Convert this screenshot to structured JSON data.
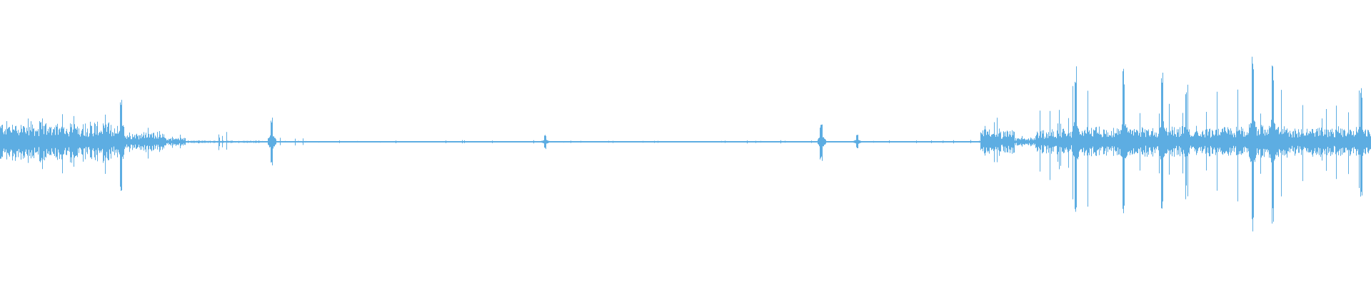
{
  "waveform": {
    "color": "#5dade2",
    "background": "#ffffff",
    "segments": [
      {
        "from": 0.0,
        "to": 0.08,
        "level": 0.2,
        "spike": 0.4
      },
      {
        "from": 0.08,
        "to": 0.09,
        "level": 0.17,
        "spike": 0.55
      },
      {
        "from": 0.09,
        "to": 0.12,
        "level": 0.1,
        "spike": 0.28
      },
      {
        "from": 0.12,
        "to": 0.135,
        "level": 0.04,
        "spike": 0.1
      },
      {
        "from": 0.135,
        "to": 0.15,
        "level": 0.015,
        "spike": 0.06
      },
      {
        "from": 0.15,
        "to": 0.19,
        "level": 0.012,
        "spike": 0.12
      },
      {
        "from": 0.19,
        "to": 0.23,
        "level": 0.008,
        "spike": 0.05
      },
      {
        "from": 0.23,
        "to": 0.595,
        "level": 0.004,
        "spike": 0.02
      },
      {
        "from": 0.595,
        "to": 0.6,
        "level": 0.005,
        "spike": 0.22
      },
      {
        "from": 0.6,
        "to": 0.62,
        "level": 0.006,
        "spike": 0.08
      },
      {
        "from": 0.62,
        "to": 0.715,
        "level": 0.004,
        "spike": 0.02
      },
      {
        "from": 0.715,
        "to": 0.74,
        "level": 0.12,
        "spike": 0.3
      },
      {
        "from": 0.74,
        "to": 0.755,
        "level": 0.04,
        "spike": 0.12
      },
      {
        "from": 0.755,
        "to": 0.78,
        "level": 0.12,
        "spike": 0.45
      },
      {
        "from": 0.78,
        "to": 0.83,
        "level": 0.14,
        "spike": 0.8
      },
      {
        "from": 0.83,
        "to": 0.9,
        "level": 0.15,
        "spike": 0.85
      },
      {
        "from": 0.9,
        "to": 0.94,
        "level": 0.17,
        "spike": 1.0
      },
      {
        "from": 0.94,
        "to": 1.0,
        "level": 0.14,
        "spike": 0.62
      }
    ],
    "peaks": [
      {
        "at": 0.088,
        "height": 0.55
      },
      {
        "at": 0.198,
        "height": 0.28
      },
      {
        "at": 0.3975,
        "height": 0.08
      },
      {
        "at": 0.599,
        "height": 0.22
      },
      {
        "at": 0.625,
        "height": 0.08
      },
      {
        "at": 0.7845,
        "height": 0.85
      },
      {
        "at": 0.8195,
        "height": 0.82
      },
      {
        "at": 0.8475,
        "height": 0.82
      },
      {
        "at": 0.9135,
        "height": 1.0
      },
      {
        "at": 0.928,
        "height": 0.92
      },
      {
        "at": 0.9925,
        "height": 0.62
      }
    ]
  }
}
